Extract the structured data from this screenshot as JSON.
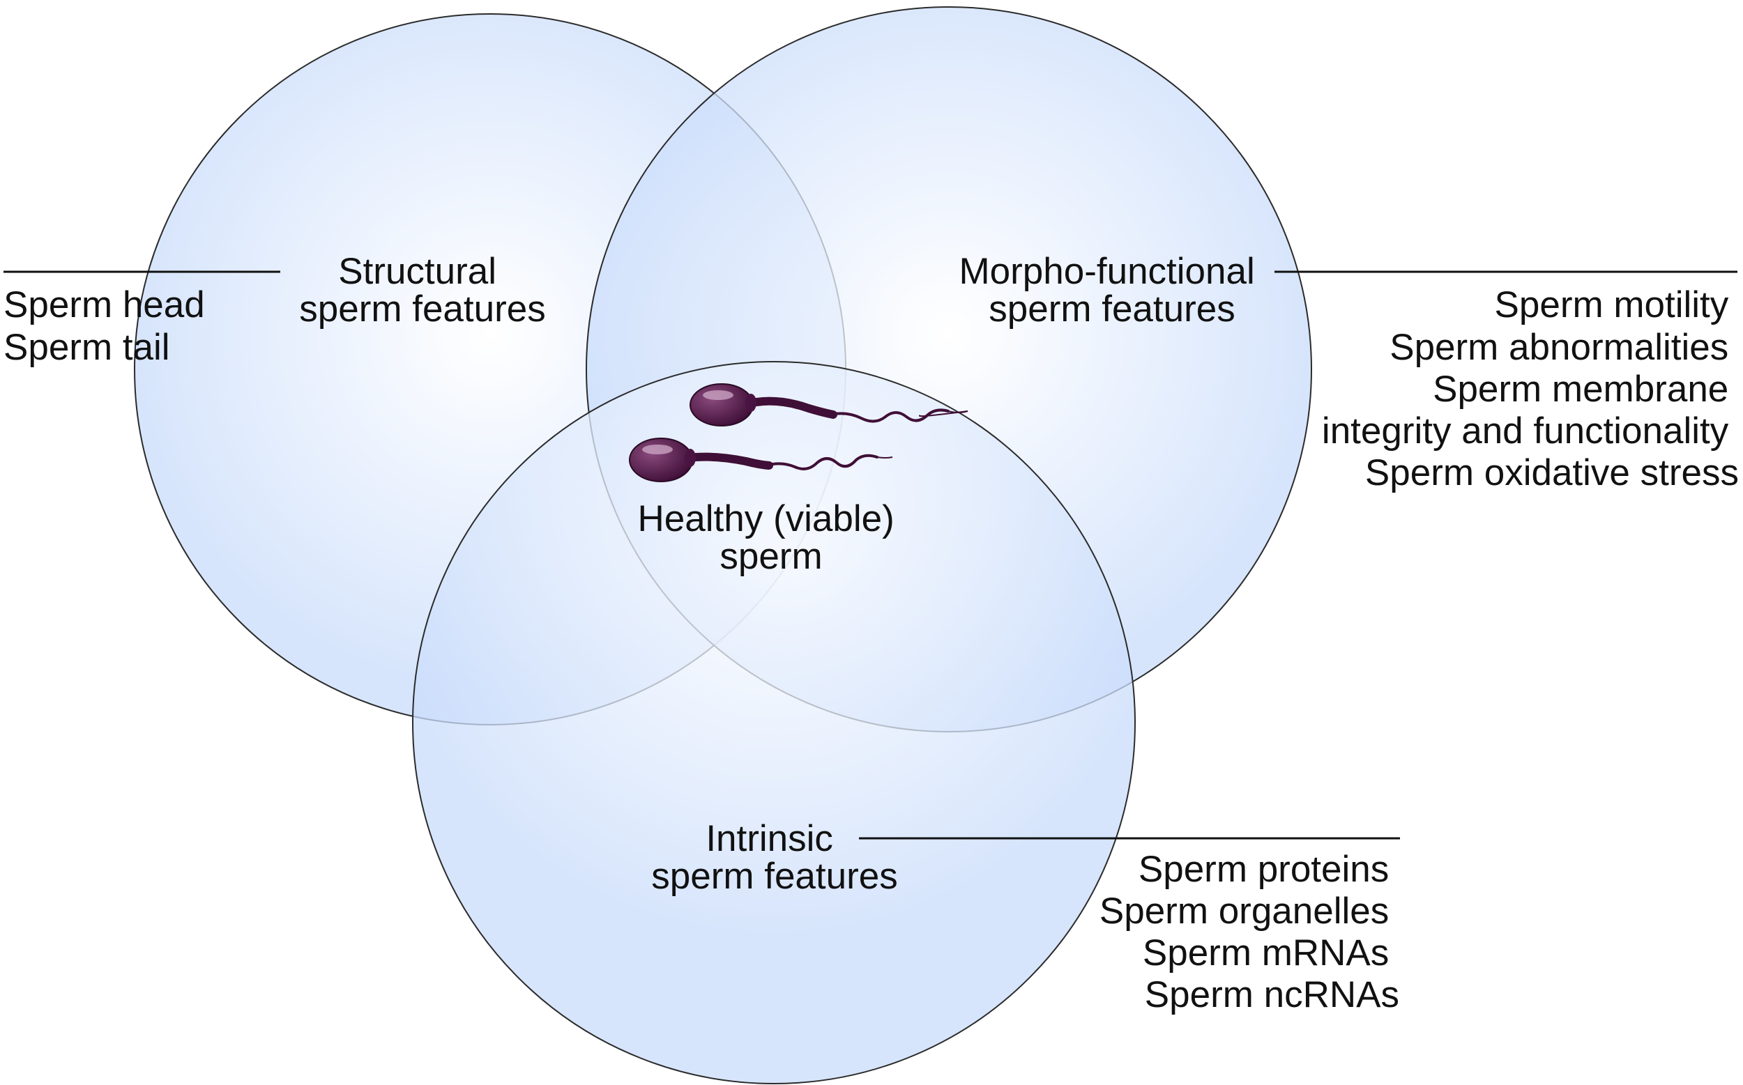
{
  "diagram": {
    "type": "venn",
    "colors": {
      "circle_fill_center": "#ffffff",
      "circle_fill_edge": "#c9dcfb",
      "circle_stroke": "#2b2b2b",
      "sperm_body": "#5a1f4f",
      "sperm_highlight": "#c9a3c2",
      "text": "#111111"
    },
    "sets": {
      "structural": {
        "title": [
          "Structural",
          "sperm features"
        ],
        "items": [
          "Sperm head",
          "Sperm tail"
        ]
      },
      "morpho_functional": {
        "title": [
          "Morpho-functional",
          "sperm features"
        ],
        "items": [
          "Sperm motility",
          "Sperm abnormalities",
          "Sperm membrane",
          "integrity and functionality",
          "Sperm oxidative stress"
        ]
      },
      "intrinsic": {
        "title": [
          "Intrinsic",
          "sperm features"
        ],
        "items": [
          "Sperm proteins",
          "Sperm organelles",
          "Sperm mRNAs",
          "Sperm ncRNAs"
        ]
      }
    },
    "center": {
      "title": [
        "Healthy (viable)",
        "sperm"
      ],
      "icon": "sperm-cells-icon"
    }
  }
}
